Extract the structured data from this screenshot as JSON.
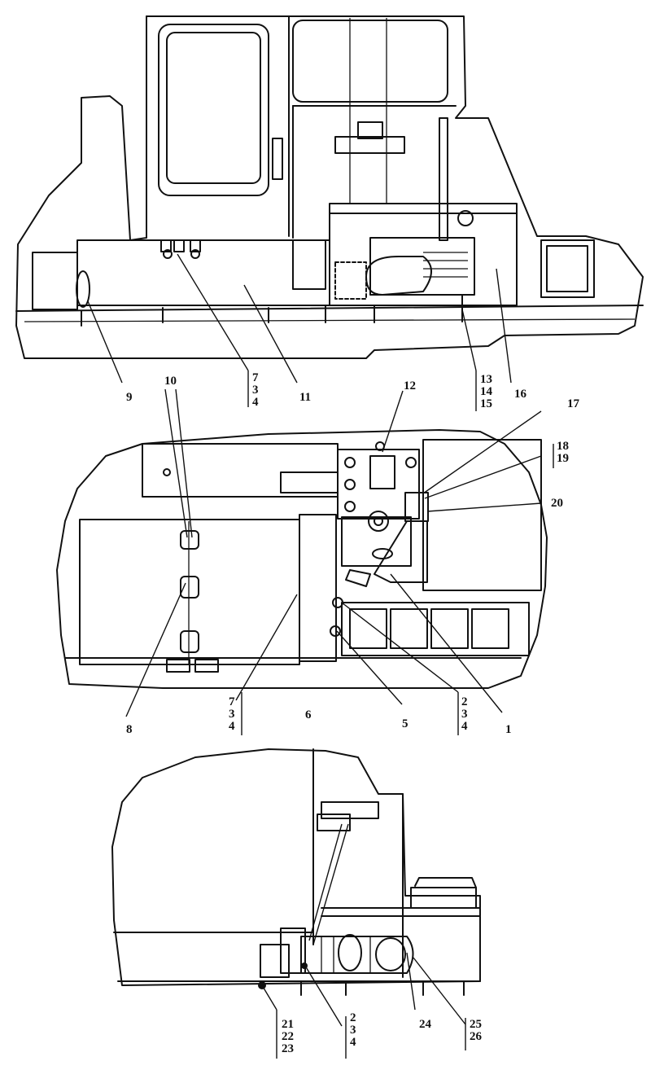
{
  "views": [
    {
      "id": "top-view",
      "labels": [
        {
          "key": "9",
          "text": "9"
        },
        {
          "key": "7-3-4",
          "text": "7\n3\n4"
        },
        {
          "key": "11",
          "text": "11"
        },
        {
          "key": "13-14-15",
          "text": "13\n14\n15"
        },
        {
          "key": "16",
          "text": "16"
        }
      ]
    },
    {
      "id": "middle-view",
      "labels": [
        {
          "key": "10",
          "text": "10"
        },
        {
          "key": "12",
          "text": "12"
        },
        {
          "key": "17",
          "text": "17"
        },
        {
          "key": "18-19",
          "text": "18\n19"
        },
        {
          "key": "20",
          "text": "20"
        },
        {
          "key": "8",
          "text": "8"
        },
        {
          "key": "7-3-4b",
          "text": "7\n3\n4"
        },
        {
          "key": "6",
          "text": "6"
        },
        {
          "key": "5",
          "text": "5"
        },
        {
          "key": "2-3-4",
          "text": "2\n3\n4"
        },
        {
          "key": "1",
          "text": "1"
        }
      ]
    },
    {
      "id": "bottom-view",
      "labels": [
        {
          "key": "21-22-23",
          "text": "21\n22\n23"
        },
        {
          "key": "2-3-4b",
          "text": "2\n3\n4"
        },
        {
          "key": "24",
          "text": "24"
        },
        {
          "key": "25-26",
          "text": "25\n26"
        }
      ]
    }
  ]
}
